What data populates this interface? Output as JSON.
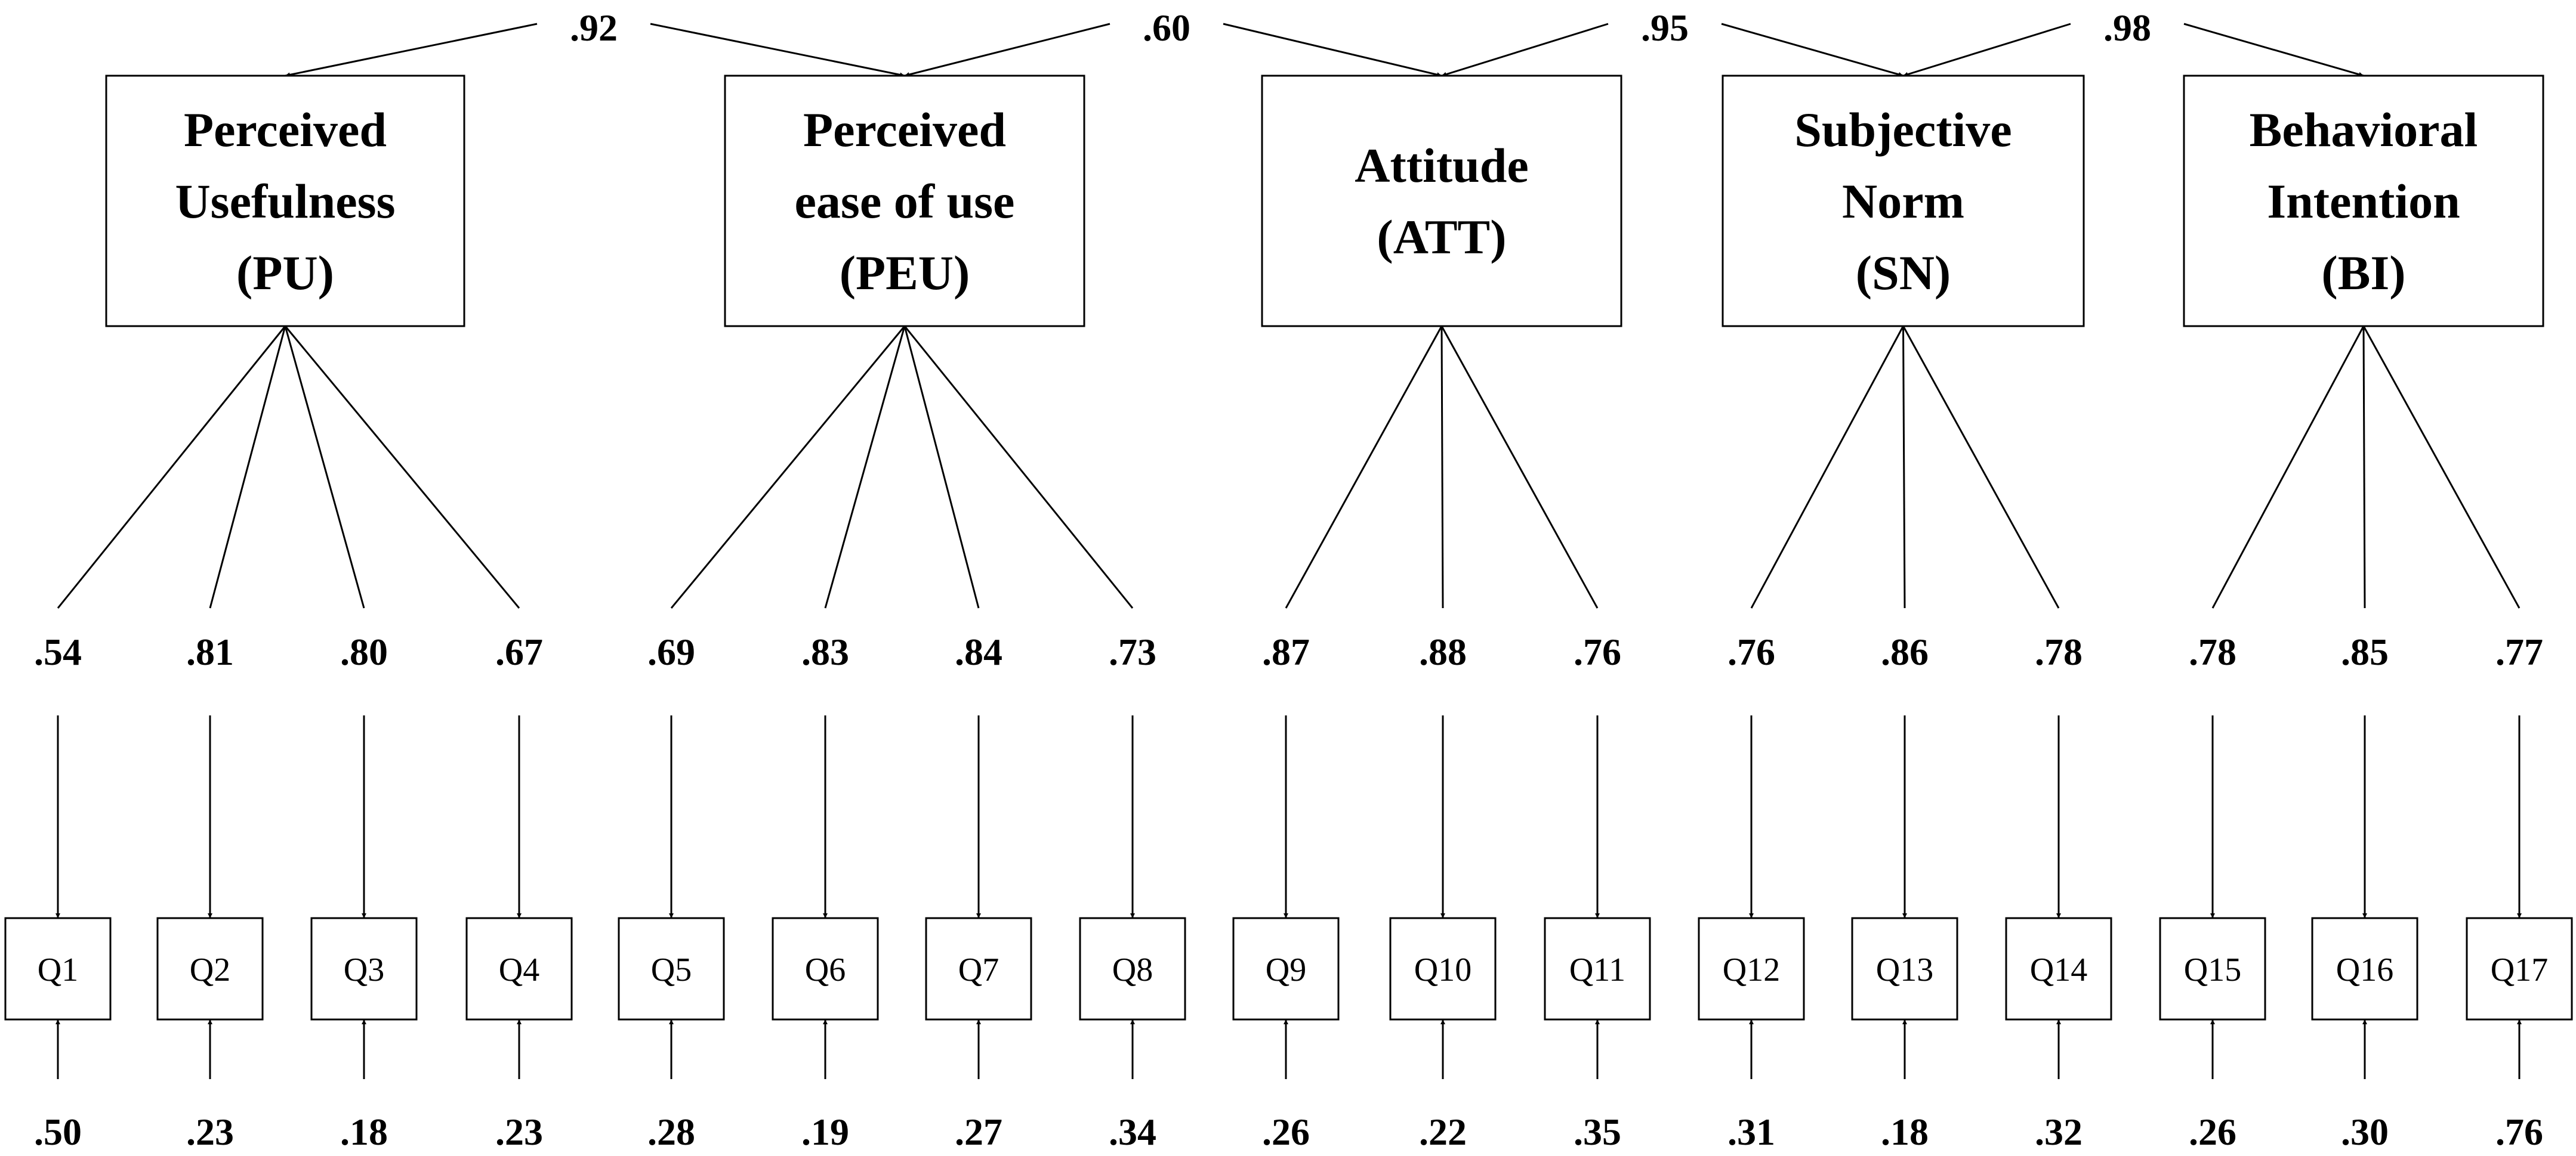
{
  "constructs": [
    {
      "id": "PU",
      "lines": [
        "Perceived",
        "Usefulness",
        "(PU)"
      ]
    },
    {
      "id": "PEU",
      "lines": [
        "Perceived",
        "ease of use",
        "(PEU)"
      ]
    },
    {
      "id": "ATT",
      "lines": [
        "Attitude",
        "(ATT)"
      ]
    },
    {
      "id": "SN",
      "lines": [
        "Subjective",
        "Norm",
        "(SN)"
      ]
    },
    {
      "id": "BI",
      "lines": [
        "Behavioral",
        "Intention",
        "(BI)"
      ]
    }
  ],
  "correlations": [
    {
      "from": "PU",
      "to": "PEU",
      "value": ".92"
    },
    {
      "from": "PEU",
      "to": "ATT",
      "value": ".60"
    },
    {
      "from": "ATT",
      "to": "SN",
      "value": ".95"
    },
    {
      "from": "SN",
      "to": "BI",
      "value": ".98"
    }
  ],
  "items": [
    {
      "label": "Q1",
      "construct": "PU",
      "loading": ".54",
      "error": ".50"
    },
    {
      "label": "Q2",
      "construct": "PU",
      "loading": ".81",
      "error": ".23"
    },
    {
      "label": "Q3",
      "construct": "PU",
      "loading": ".80",
      "error": ".18"
    },
    {
      "label": "Q4",
      "construct": "PU",
      "loading": ".67",
      "error": ".23"
    },
    {
      "label": "Q5",
      "construct": "PEU",
      "loading": ".69",
      "error": ".28"
    },
    {
      "label": "Q6",
      "construct": "PEU",
      "loading": ".83",
      "error": ".19"
    },
    {
      "label": "Q7",
      "construct": "PEU",
      "loading": ".84",
      "error": ".27"
    },
    {
      "label": "Q8",
      "construct": "PEU",
      "loading": ".73",
      "error": ".34"
    },
    {
      "label": "Q9",
      "construct": "ATT",
      "loading": ".87",
      "error": ".26"
    },
    {
      "label": "Q10",
      "construct": "ATT",
      "loading": ".88",
      "error": ".22"
    },
    {
      "label": "Q11",
      "construct": "ATT",
      "loading": ".76",
      "error": ".35"
    },
    {
      "label": "Q12",
      "construct": "SN",
      "loading": ".76",
      "error": ".31"
    },
    {
      "label": "Q13",
      "construct": "SN",
      "loading": ".86",
      "error": ".18"
    },
    {
      "label": "Q14",
      "construct": "SN",
      "loading": ".78",
      "error": ".32"
    },
    {
      "label": "Q15",
      "construct": "BI",
      "loading": ".78",
      "error": ".26"
    },
    {
      "label": "Q16",
      "construct": "BI",
      "loading": ".85",
      "error": ".30"
    },
    {
      "label": "Q17",
      "construct": "BI",
      "loading": ".77",
      "error": ".76"
    }
  ]
}
